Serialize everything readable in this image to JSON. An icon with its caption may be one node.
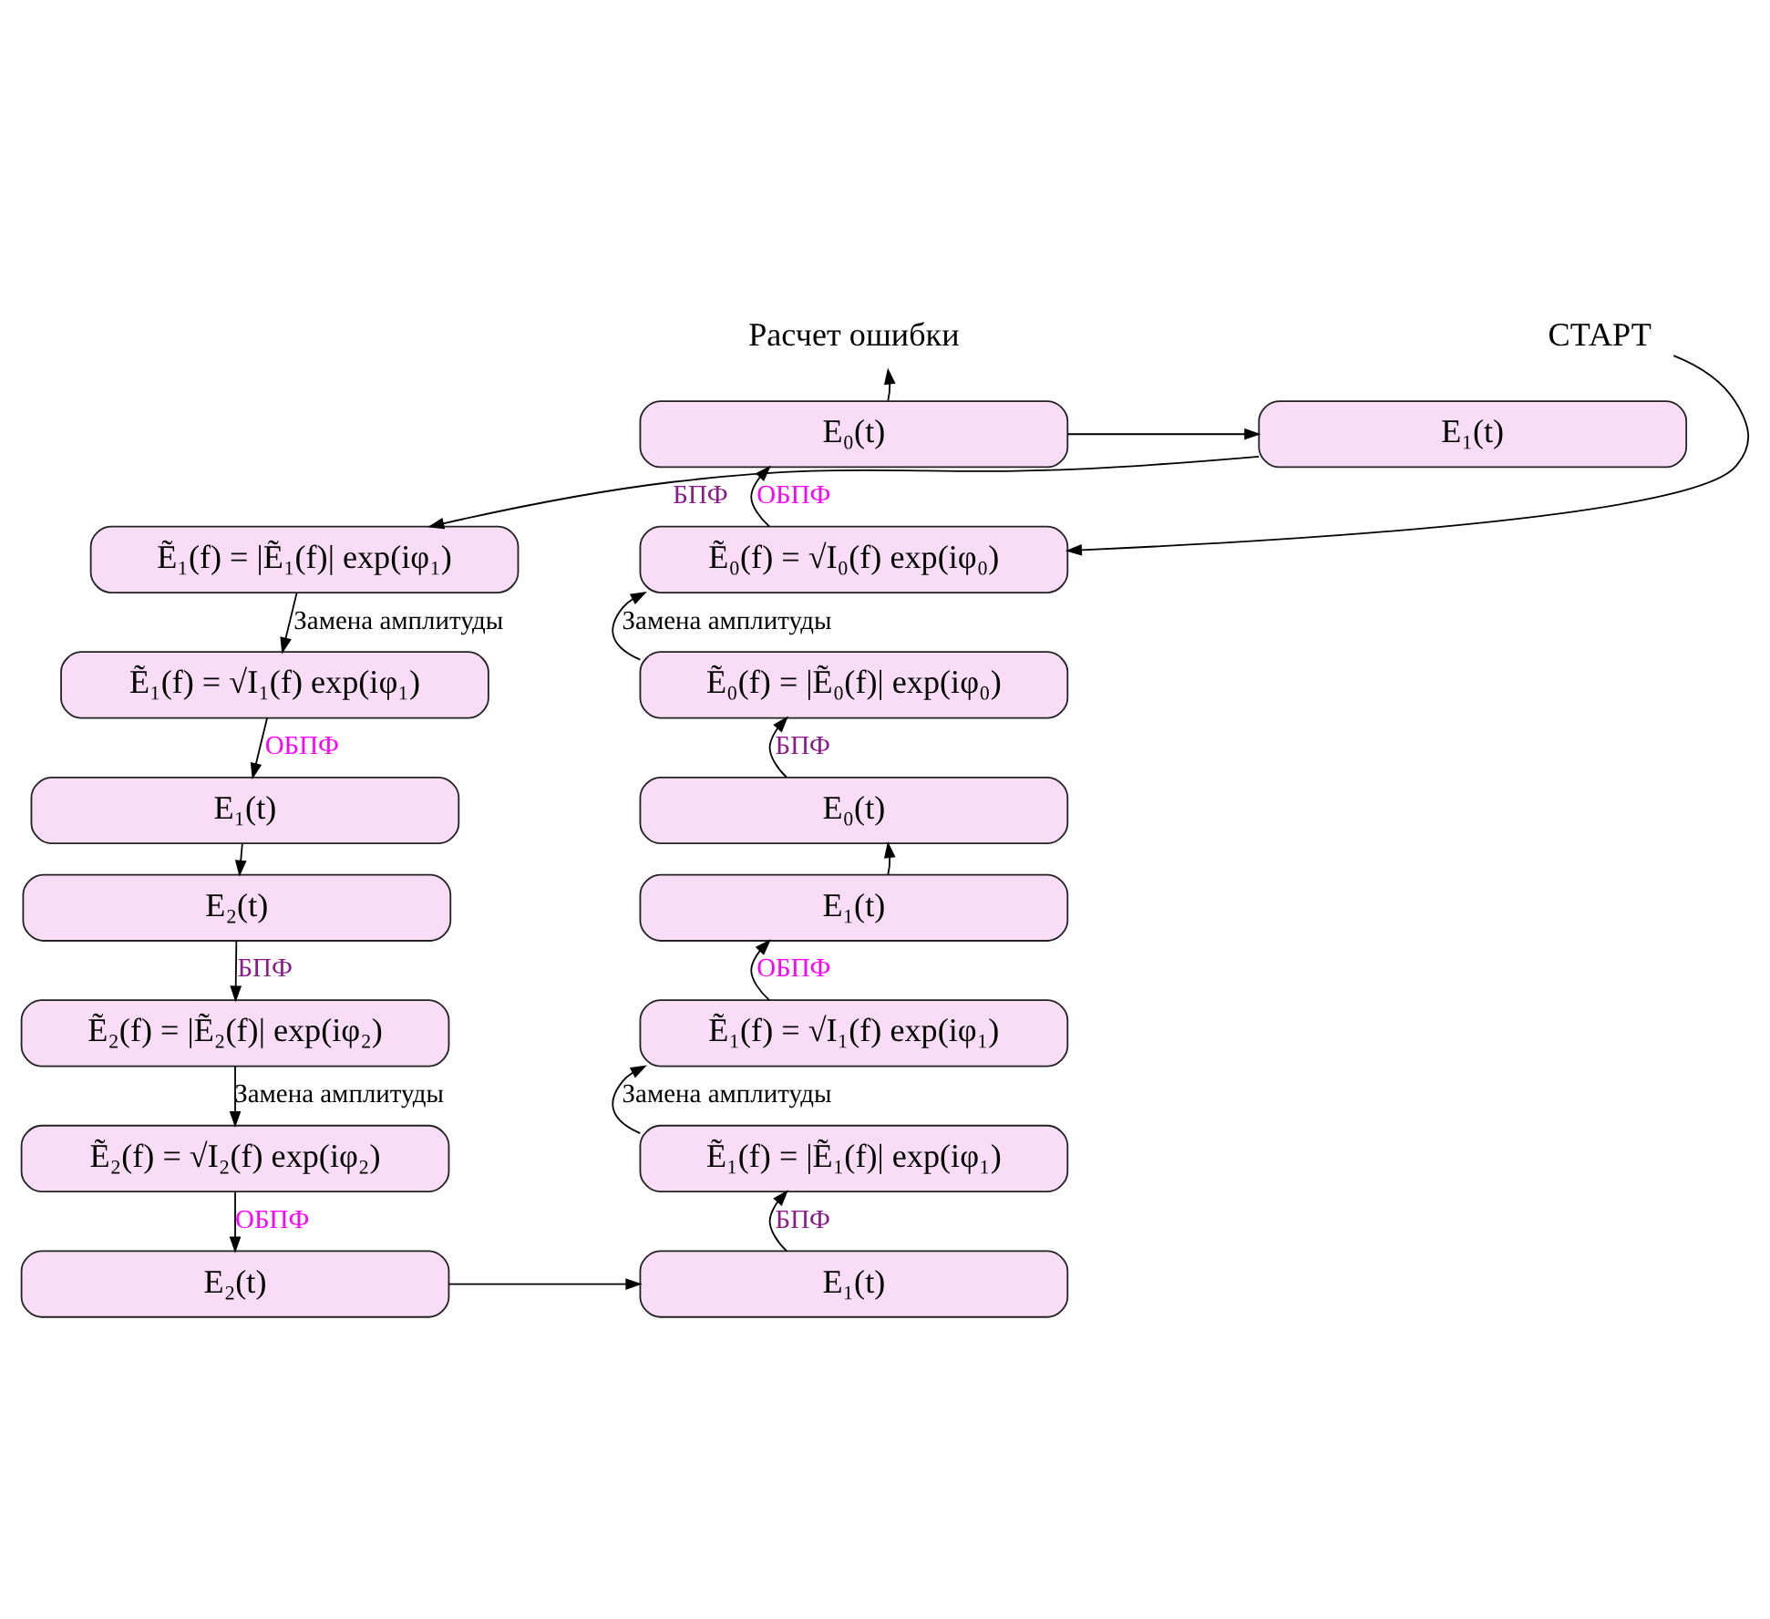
{
  "diagram": {
    "nodes": [
      {
        "text": [
          "E₀(t)"
        ]
      },
      {
        "text": [
          "Ẽ₀(f) = √I₀(f) exp(iφ₀)"
        ]
      },
      {
        "text": [
          "Ẽ₀(f) = |Ẽ₀(f)| exp(iφ₀)"
        ]
      },
      {
        "text": [
          "E₀(t)"
        ]
      },
      {
        "text": [
          "E₁(t)"
        ]
      },
      {
        "text": [
          "Ẽ₁(f) = √I₁(f) exp(iφ₁)"
        ]
      },
      {
        "text": [
          "Ẽ₁(f) = |Ẽ₁(f)| exp(iφ₁)"
        ]
      },
      {
        "text": [
          "E₁(t)"
        ]
      },
      {
        "text": [
          "E₁(t)"
        ]
      },
      {
        "text": [
          "Ẽ₁(f) = |Ẽ₁(f)| exp(iφ₁)"
        ]
      },
      {
        "text": [
          "Ẽ₁(f) = √I₁(f) exp(iφ₁)"
        ]
      },
      {
        "text": [
          "E₁(t)"
        ]
      },
      {
        "text": [
          "E₂(t)"
        ]
      },
      {
        "text": [
          "Ẽ₂(f) = |Ẽ₂(f)| exp(iφ₂)"
        ]
      },
      {
        "text": [
          "Ẽ₂(f) = √I₂(f) exp(iφ₂)"
        ]
      },
      {
        "text": [
          "E₂(t)"
        ]
      },
      {
        "text": [
          "СТАРТ"
        ]
      },
      {
        "text": [
          "Расчет ошибки"
        ]
      }
    ],
    "edges": [
      {
        "from": 16,
        "to": 1,
        "arrow": "to"
      },
      {
        "from": 0,
        "to": 17,
        "arrow": "to"
      },
      {
        "from": 1,
        "to": 0,
        "arrow": "to",
        "label": "ОБПФ"
      },
      {
        "from": 2,
        "to": 1,
        "arrow": "to",
        "label": "Замена амплитуды"
      },
      {
        "from": 3,
        "to": 2,
        "arrow": "to",
        "label": "БПФ"
      },
      {
        "from": 4,
        "to": 3,
        "arrow": "to"
      },
      {
        "from": 5,
        "to": 4,
        "arrow": "to",
        "label": "ОБПФ"
      },
      {
        "from": 6,
        "to": 5,
        "arrow": "to",
        "label": "Замена амплитуды"
      },
      {
        "from": 7,
        "to": 6,
        "arrow": "to",
        "label": "БПФ"
      },
      {
        "from": 0,
        "to": 8,
        "arrow": "to"
      },
      {
        "from": 8,
        "to": 9,
        "arrow": "to",
        "label": "БПФ"
      },
      {
        "from": 9,
        "to": 10,
        "arrow": "to",
        "label": "Замена амплитуды"
      },
      {
        "from": 10,
        "to": 11,
        "arrow": "to",
        "label": "ОБПФ"
      },
      {
        "from": 11,
        "to": 12,
        "arrow": "to"
      },
      {
        "from": 12,
        "to": 13,
        "arrow": "to",
        "label": "БПФ"
      },
      {
        "from": 13,
        "to": 14,
        "arrow": "to",
        "label": "Замена амплитуды"
      },
      {
        "from": 14,
        "to": 15,
        "arrow": "to",
        "label": "ОБПФ"
      },
      {
        "from": 15,
        "to": 7,
        "arrow": "to"
      }
    ]
  }
}
